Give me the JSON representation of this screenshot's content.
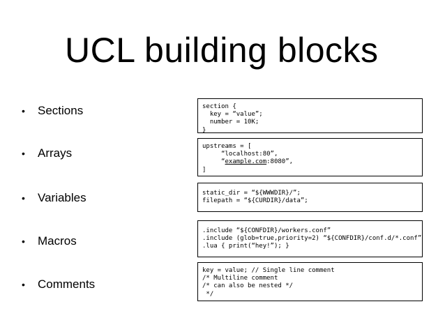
{
  "slide": {
    "title": "UCL building blocks",
    "bullet_glyph": "•",
    "bullets": [
      "Sections",
      "Arrays",
      "Variables",
      "Macros",
      "Comments"
    ],
    "code_blocks": {
      "sections": [
        "section {",
        "  key = “value”;",
        "  number = 10K;",
        "}"
      ],
      "arrays": {
        "line_0": "upstreams = [",
        "line_1": "     “localhost:80”,",
        "line_2_pre": "     “",
        "line_2_link": "example.com",
        "line_2_post": ":8080”,",
        "line_3": "]"
      },
      "variables": [
        "static_dir = “${WWWDIR}/”;",
        "filepath = “${CURDIR}/data”;"
      ],
      "macros": [
        ".include “${CONFDIR}/workers.conf”",
        ".include (glob=true,priority=2) “${CONFDIR}/conf.d/*.conf”",
        ".lua { print(“hey!”); }"
      ],
      "comments": [
        "key = value; // Single line comment",
        "/* Multiline comment",
        "/* can also be nested */",
        " */"
      ]
    }
  }
}
